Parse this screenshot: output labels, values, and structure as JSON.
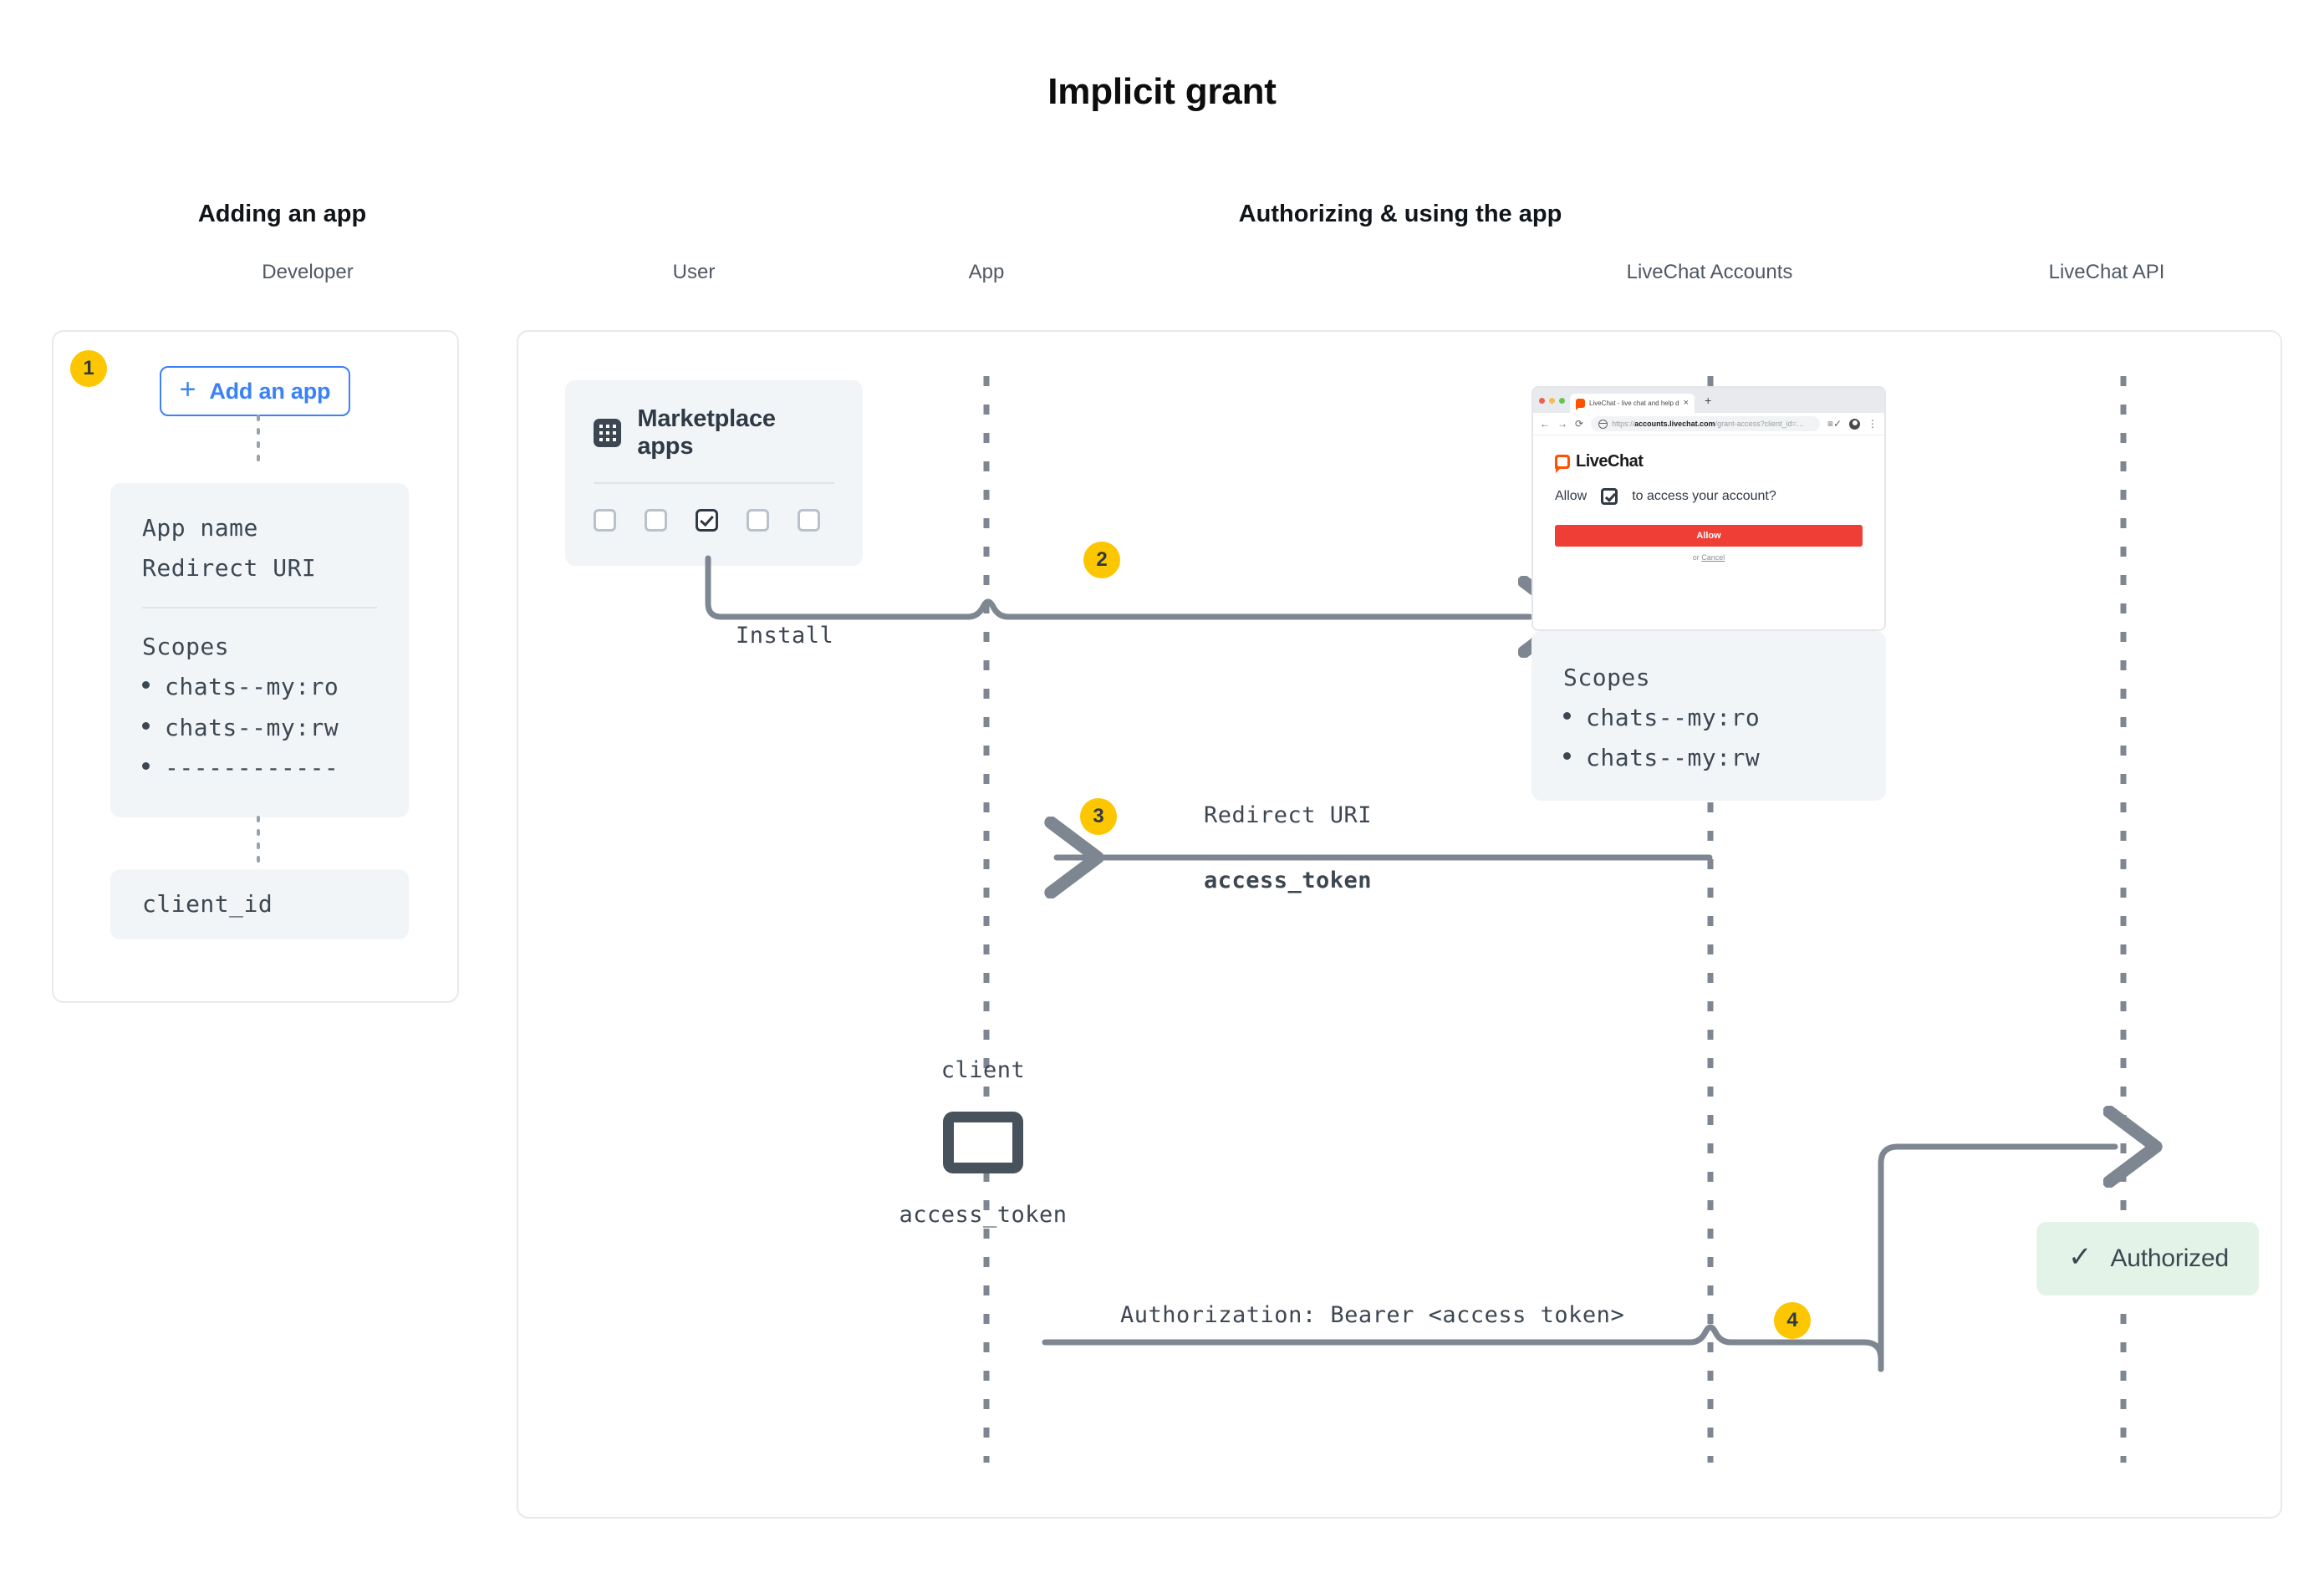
{
  "diagram": {
    "title": "Implicit grant",
    "sections": [
      {
        "title": "Adding an app"
      },
      {
        "title": "Authorizing & using the app"
      }
    ],
    "lanes": [
      {
        "label": "Developer"
      },
      {
        "label": "User"
      },
      {
        "label": "App"
      },
      {
        "label": "LiveChat Accounts"
      },
      {
        "label": "LiveChat API"
      }
    ],
    "steps": [
      {
        "number": "1"
      },
      {
        "number": "2"
      },
      {
        "number": "3"
      },
      {
        "number": "4"
      }
    ],
    "colors": {
      "step_badge": "#fcc700",
      "accent_blue": "#3b82f6",
      "card_grey": "#f1f5f8",
      "line_grey": "#7e8791",
      "authorized_green": "#e3f3e7",
      "livechat_orange": "#ff5100",
      "allow_red": "#ef3e35",
      "text_dark": "#3d4752"
    }
  },
  "developer_panel": {
    "add_app_button": {
      "plus": "+",
      "label": "Add an app"
    },
    "app_form_card": {
      "fields": [
        "App name",
        "Redirect URI"
      ],
      "scopes_heading": "Scopes",
      "scopes": [
        "chats--my:ro",
        "chats--my:rw",
        "------------"
      ]
    },
    "client_id_card": {
      "label": "client_id"
    }
  },
  "marketplace_card": {
    "icon": "grid-icon",
    "title": "Marketplace apps",
    "checkboxes": [
      {
        "checked": false
      },
      {
        "checked": false
      },
      {
        "checked": true
      },
      {
        "checked": false
      },
      {
        "checked": false
      }
    ]
  },
  "flows": {
    "install_label": "Install",
    "redirect_uri_label": "Redirect URI",
    "access_token_label": "access_token",
    "authorization_header_label": "Authorization: Bearer <access token>"
  },
  "client_block": {
    "top_label": "client",
    "icon": "browser-window-icon",
    "bottom_label": "access_token"
  },
  "browser_mock": {
    "tab": {
      "favicon": "livechat-icon",
      "title": "LiveChat - live chat and help d",
      "close_icon": "×",
      "new_tab_icon": "+"
    },
    "toolbar": {
      "back_icon": "←",
      "forward_icon": "→",
      "reload_icon": "⟳",
      "url_prefix": "https://",
      "url_host": "accounts.livechat.com",
      "url_path": "/grant-access?client_id=…",
      "reading_list_icon": "≡✓",
      "profile_icon": "avatar-icon",
      "menu_icon": "⋮"
    },
    "page": {
      "logo_text": "LiveChat",
      "allow_prefix": "Allow",
      "allow_suffix": "to access your account?",
      "submit_label": "Allow",
      "cancel_prefix": "or ",
      "cancel_link": "Cancel"
    }
  },
  "accounts_scopes_card": {
    "heading": "Scopes",
    "scopes": [
      "chats--my:ro",
      "chats--my:rw"
    ]
  },
  "authorized_badge": {
    "check_icon": "✓",
    "label": "Authorized"
  }
}
